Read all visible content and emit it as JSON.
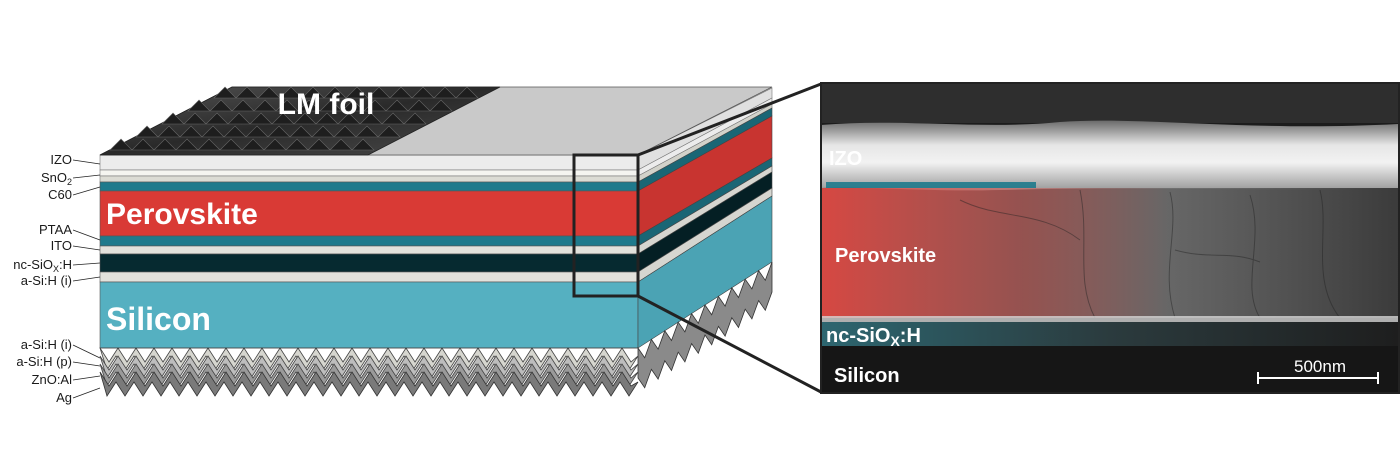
{
  "left_labels": [
    {
      "key": "izo",
      "text": "IZO"
    },
    {
      "key": "sno2",
      "text": "SnO",
      "sub": "2"
    },
    {
      "key": "c60",
      "text": "C60"
    },
    {
      "key": "ptaa",
      "text": "PTAA"
    },
    {
      "key": "ito",
      "text": "ITO"
    },
    {
      "key": "ncsiox",
      "text": "nc-SiO",
      "sub": "X",
      "tail": ":H"
    },
    {
      "key": "asih_i_top",
      "text": "a-Si:H (i)"
    },
    {
      "key": "asih_i_bottom",
      "text": "a-Si:H (i)"
    },
    {
      "key": "asih_p",
      "text": "a-Si:H (p)"
    },
    {
      "key": "znoal",
      "text": "ZnO:Al"
    },
    {
      "key": "ag",
      "text": "Ag"
    }
  ],
  "stack": {
    "lm_foil": "LM foil",
    "perovskite": "Perovskite",
    "silicon": "Silicon"
  },
  "sem": {
    "izo": "IZO",
    "perovskite": "Perovskite",
    "ncsiox_main": "nc-SiO",
    "ncsiox_sub": "X",
    "ncsiox_tail": ":H",
    "silicon": "Silicon",
    "scalebar": "500nm"
  },
  "colors": {
    "perovskite": "#d93a35",
    "teal": "#1f7a8c",
    "silicon": "#55b0c1",
    "dark": "#062a30",
    "light_layer": "#e2e2dc",
    "foil": "#3a3a3a",
    "top_surface": "#c9c9c9"
  }
}
